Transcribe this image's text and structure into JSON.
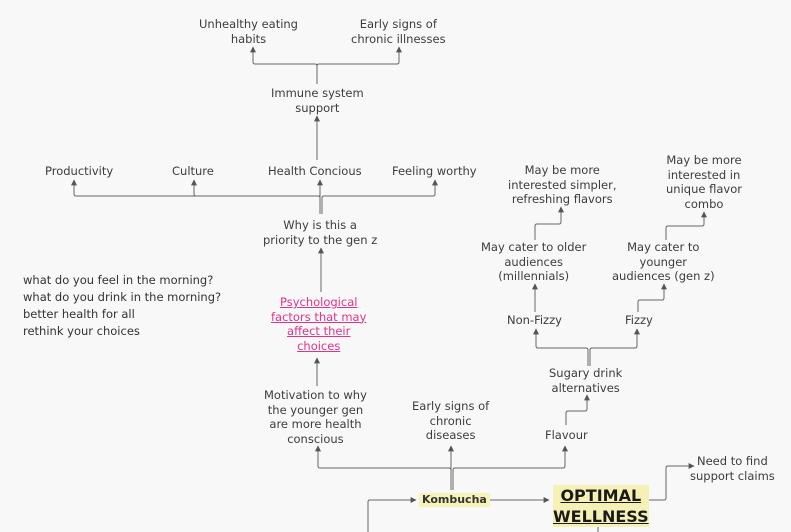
{
  "nodes": {
    "unhealthy_eating": [
      "Unhealthy eating",
      "habits"
    ],
    "early_signs_chronic_illnesses": [
      "Early signs of",
      "chronic illnesses"
    ],
    "immune_support": [
      "Immune system",
      "support"
    ],
    "productivity": [
      "Productivity"
    ],
    "culture": [
      "Culture"
    ],
    "health_concious": [
      "Health Concious"
    ],
    "feeling_worthy": [
      "Feeling worthy"
    ],
    "why_priority": [
      "Why is this a",
      "priority to the gen z"
    ],
    "psychological": [
      "Psychological",
      "factors that may",
      "affect their",
      "choices"
    ],
    "motivation": [
      "Motivation to why",
      "the younger gen",
      "are more health",
      "conscious"
    ],
    "early_signs_chronic_diseases": [
      "Early signs of",
      "chronic",
      "diseases"
    ],
    "flavour": [
      "Flavour"
    ],
    "sugary": [
      "Sugary drink",
      "alternatives"
    ],
    "non_fizzy": [
      "Non-Fizzy"
    ],
    "fizzy": [
      "Fizzy"
    ],
    "older_audiences": [
      "May cater to older",
      "audiences",
      "(millennials)"
    ],
    "simpler_flavors": [
      "May be more",
      "interested simpler,",
      "refreshing flavors"
    ],
    "younger_audiences": [
      "May cater to",
      "younger",
      "audiences (gen z)"
    ],
    "unique_flavor": [
      "May be more",
      "interested in",
      "unique flavor",
      "combo"
    ],
    "support_claims": [
      "Need to find",
      "support claims"
    ],
    "kombucha": "Kombucha",
    "optimal_wellness": [
      "OPTIMAL",
      "WELLNESS"
    ]
  },
  "note_lines": [
    "what do you feel in the morning?",
    "what do you drink in the morning?",
    "better health for all",
    "rethink your choices"
  ],
  "colors": {
    "line": "#555555",
    "pink": "#e0338a",
    "highlight": "#f5f1b6"
  }
}
